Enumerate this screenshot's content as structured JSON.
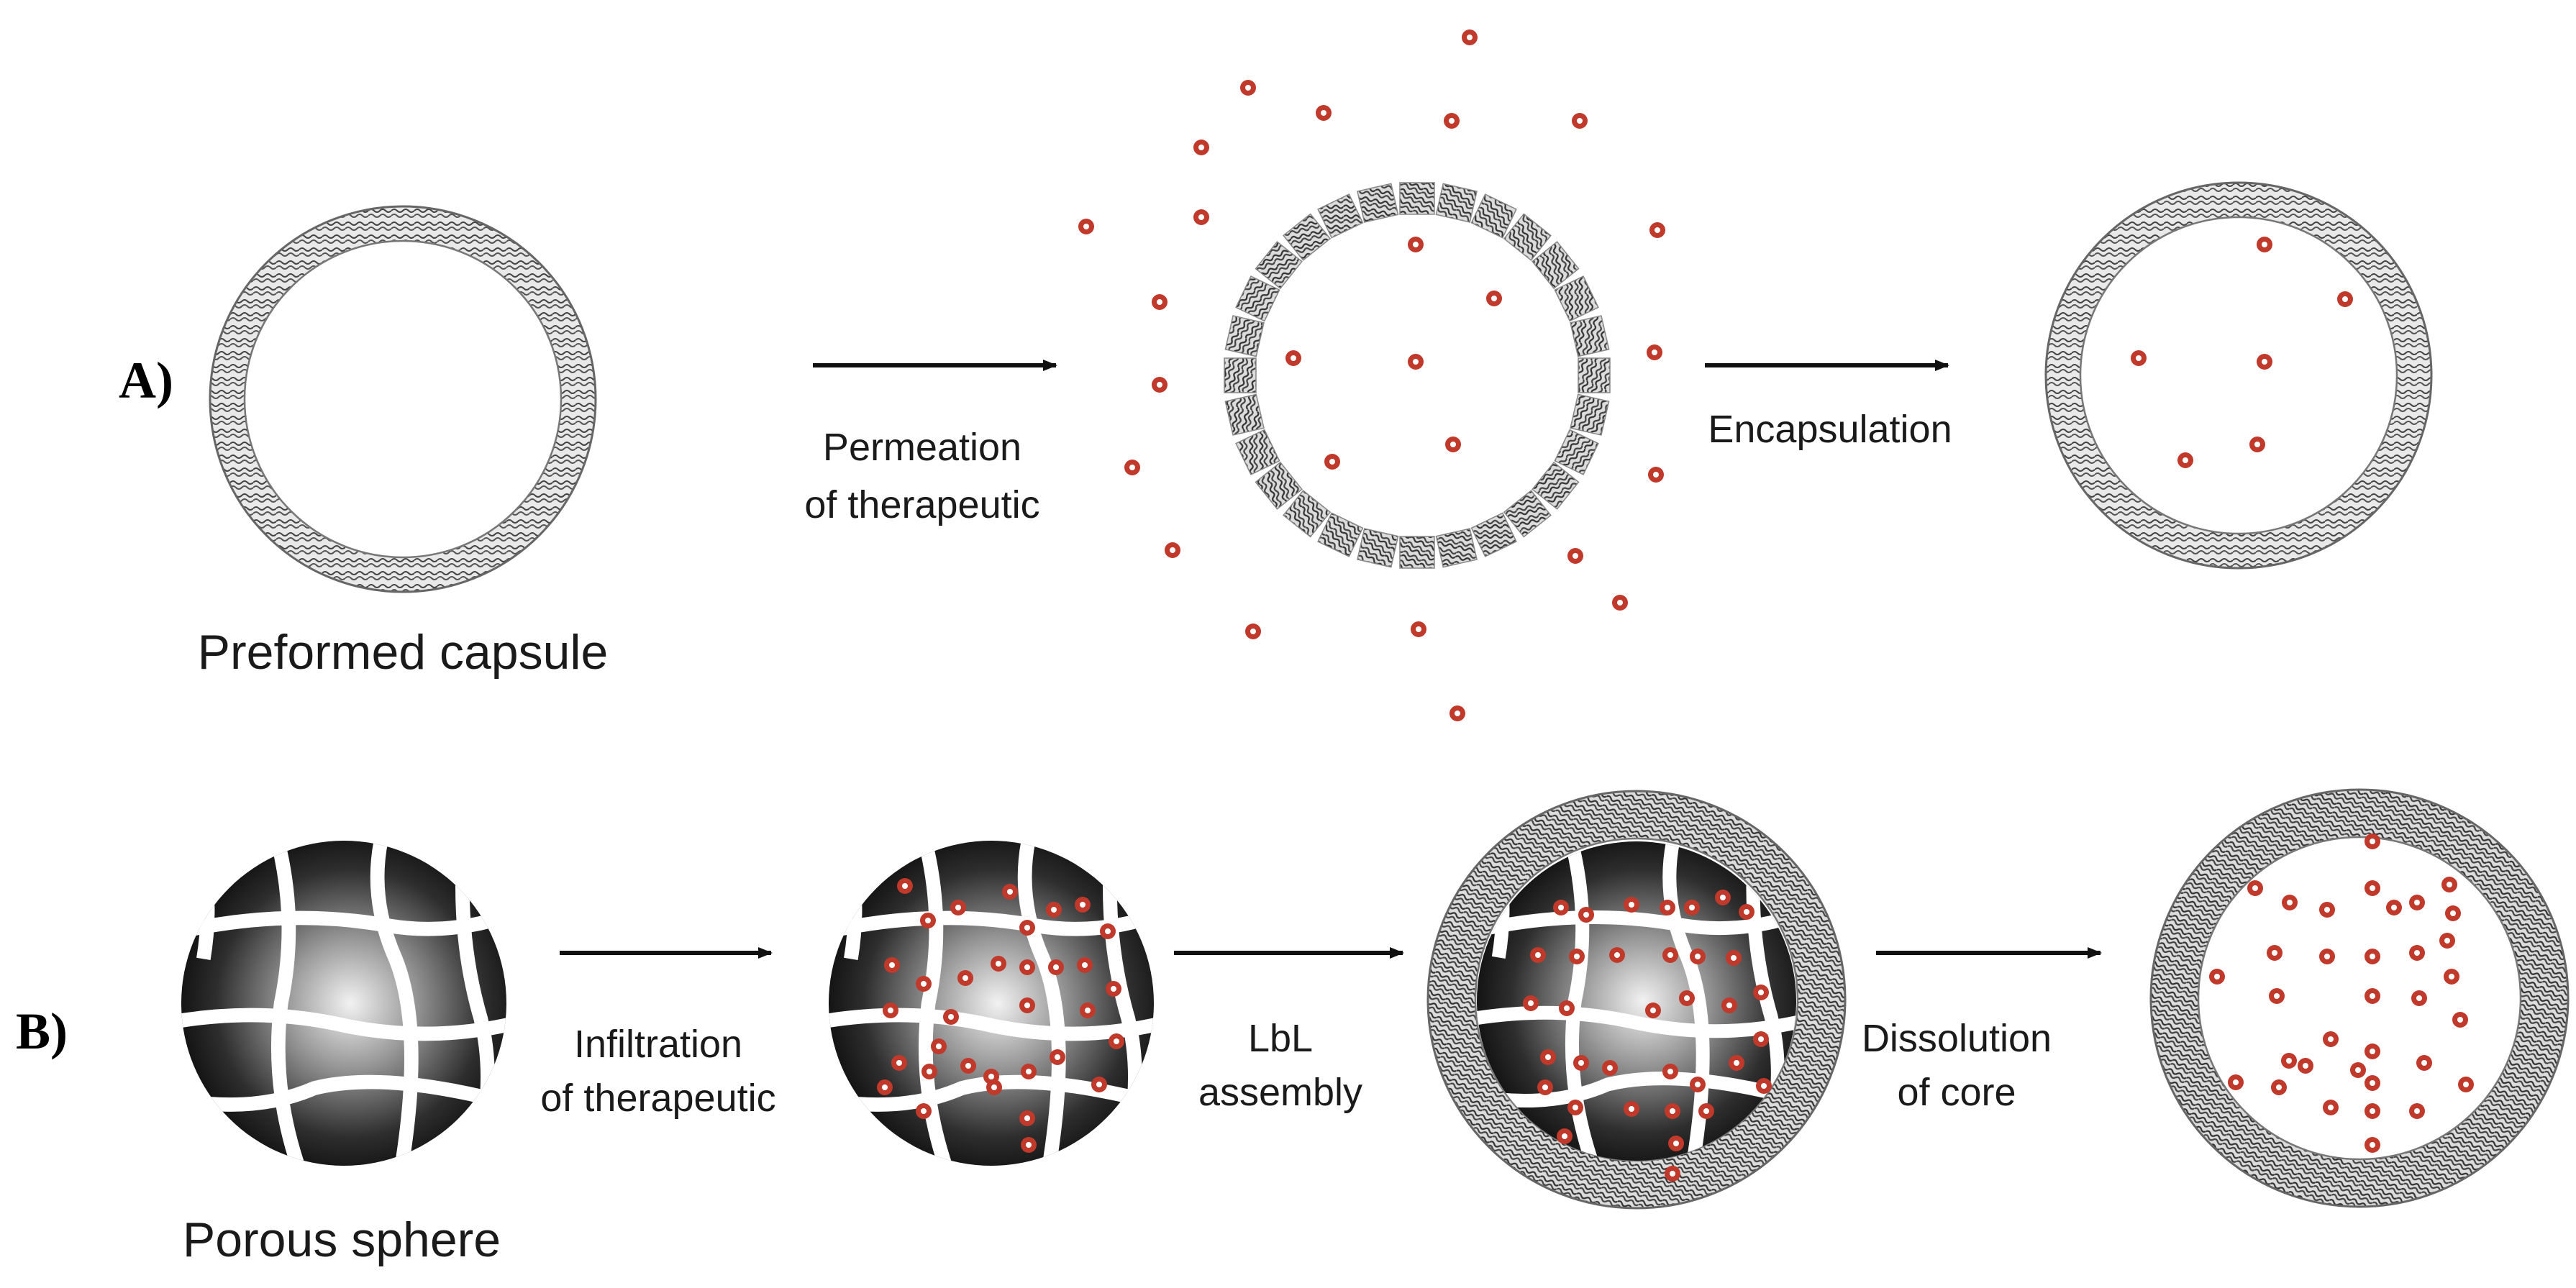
{
  "panels": {
    "a": {
      "label": "A)",
      "caption": "Preformed capsule",
      "step1": [
        "Permeation",
        "of therapeutic"
      ],
      "step2": [
        "Encapsulation"
      ]
    },
    "b": {
      "label": "B)",
      "caption": "Porous sphere",
      "step1": [
        "Infiltration",
        "of therapeutic"
      ],
      "step2": [
        "LbL",
        "assembly"
      ],
      "step3": [
        "Dissolution",
        "of core"
      ]
    }
  },
  "colors": {
    "drug": "#c0392b",
    "arrow": "#111111",
    "shell": "#555555",
    "sphere_dark": "#0d0d0d",
    "sphere_light": "#f2f2f2"
  }
}
